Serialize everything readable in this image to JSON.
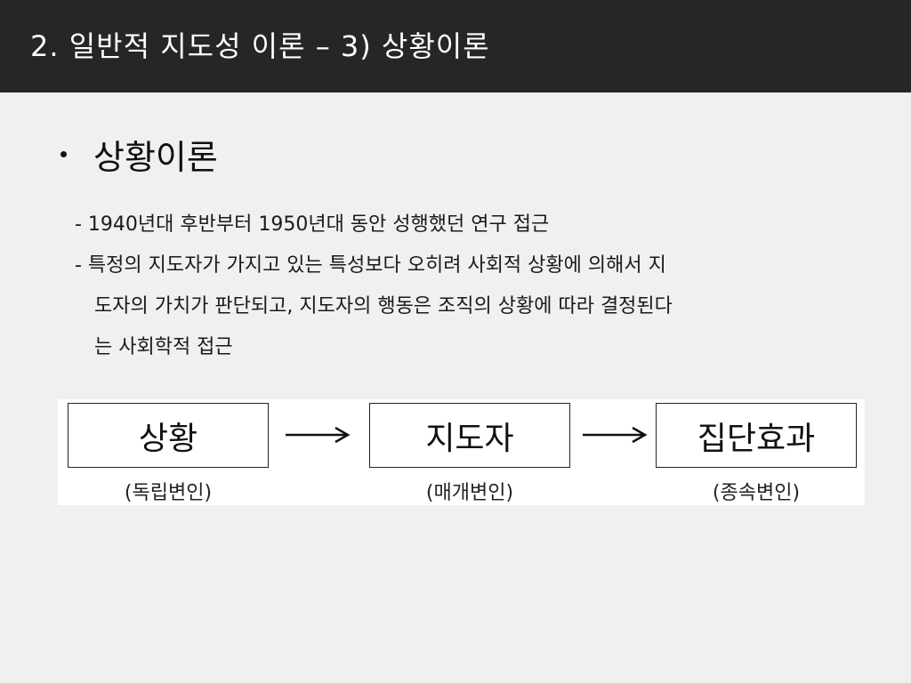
{
  "slide": {
    "title": "2. 일반적 지도성 이론 – 3) 상황이론",
    "bullet_heading": "상황이론",
    "lines": [
      "- 1940년대 후반부터 1950년대 동안 성행했던 연구 접근",
      "- 특정의 지도자가 가지고 있는 특성보다 오히려 사회적 상황에 의해서 지",
      "도자의 가치가 판단되고, 지도자의 행동은 조직의 상황에 따라 결정된다",
      "는 사회학적 접근"
    ]
  },
  "diagram": {
    "boxes": [
      {
        "label": "상황",
        "sublabel": "(독립변인)"
      },
      {
        "label": "지도자",
        "sublabel": "(매개변인)"
      },
      {
        "label": "집단효과",
        "sublabel": "(종속변인)"
      }
    ]
  },
  "colors": {
    "title_bar_bg": "#262626",
    "title_text": "#ffffff",
    "page_bg": "#f0f0f0",
    "diagram_bg": "#ffffff"
  }
}
